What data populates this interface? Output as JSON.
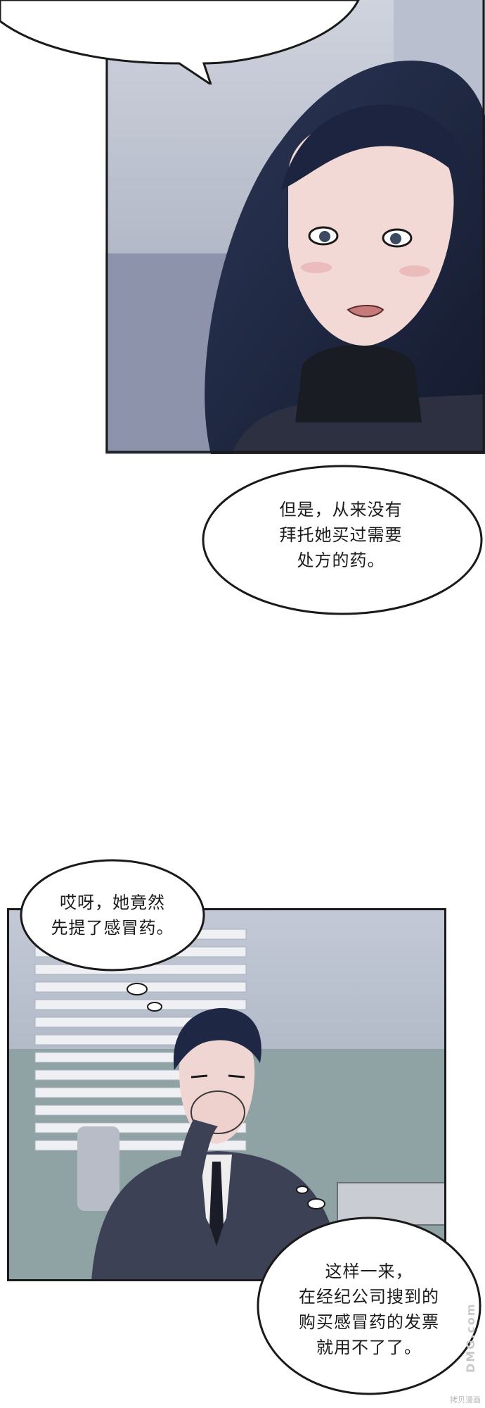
{
  "bubbles": {
    "b1": [
      "但是，从来没有",
      "拜托她买过需要",
      "处方的药。"
    ],
    "b2": [
      "哎呀，她竟然",
      "先提了感冒药。"
    ],
    "b3": [
      "这样一来，",
      "在经纪公司搜到的",
      "购买感冒药的发票",
      "就用不了了。"
    ]
  },
  "watermark": "拷贝漫画",
  "logo_text": "DMG.com"
}
